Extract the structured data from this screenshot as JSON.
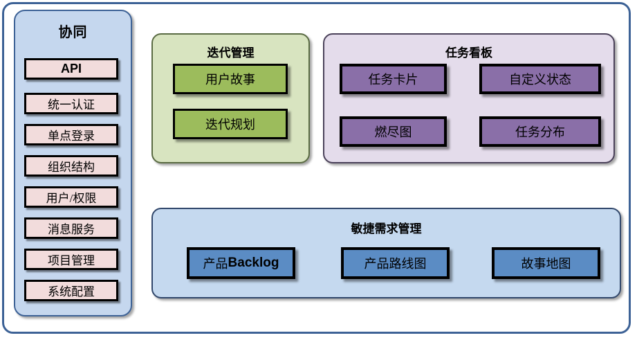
{
  "diagram": {
    "frame": {
      "border_color": "#3d6296"
    },
    "sidebar": {
      "title": "协同",
      "background": "#c5d7ee",
      "item_color": "#f2dcdc",
      "items": [
        {
          "label": "API"
        },
        {
          "label": "统一认证"
        },
        {
          "label": "单点登录"
        },
        {
          "label": "组织结构"
        },
        {
          "label": "用户/权限"
        },
        {
          "label": "消息服务"
        },
        {
          "label": "项目管理"
        },
        {
          "label": "系统配置"
        }
      ]
    },
    "iteration_panel": {
      "title": "迭代管理",
      "background": "#d8e4c0",
      "box_color": "#9cbc5c",
      "items": [
        {
          "label": "用户故事"
        },
        {
          "label": "迭代规划"
        }
      ]
    },
    "taskboard_panel": {
      "title": "任务看板",
      "background": "#e4dceb",
      "box_color": "#8a6fa8",
      "items": [
        {
          "label": "任务卡片"
        },
        {
          "label": "自定义状态"
        },
        {
          "label": "燃尽图"
        },
        {
          "label": "任务分布"
        }
      ]
    },
    "agile_panel": {
      "title": "敏捷需求管理",
      "background": "#c5d9ef",
      "box_color": "#5b8cc4",
      "items": [
        {
          "label_cjk": "产品",
          "label_latin": "Backlog"
        },
        {
          "label_cjk": "产品路线图",
          "label_latin": ""
        },
        {
          "label_cjk": "故事地图",
          "label_latin": ""
        }
      ]
    }
  }
}
